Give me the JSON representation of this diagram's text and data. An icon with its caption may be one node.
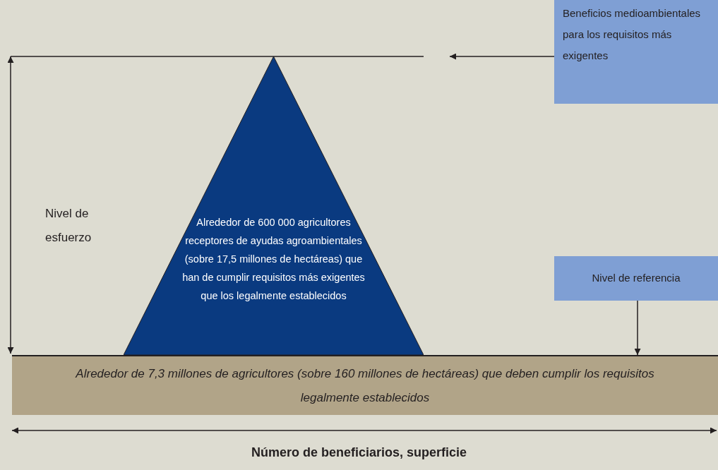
{
  "diagram": {
    "nodes": [
      {
        "text": [
          "Alrededor de 600 000 agricultores receptores de ayudas agroambientales (sobre 17,5 millones de hectáreas) que han de cumplir requisitos más exigentes que los legalmente establecidos"
        ]
      },
      {
        "text": [
          "Beneficios medioambientales para los requisitos más exigentes"
        ]
      },
      {
        "text": [
          "Nivel de referencia"
        ]
      },
      {
        "text": [
          "Alrededor de 7,3 millones de agricultores (sobre 160 millones de hectáreas) que deben cumplir los requisitos legalmente establecidos"
        ]
      }
    ],
    "edges": [
      {
        "from": 1,
        "to": null,
        "arrow": "to"
      },
      {
        "from": 2,
        "to": 3,
        "arrow": "to"
      }
    ],
    "labels": [
      "Nivel de esfuerzo",
      "Número de beneficiarios, superficie"
    ]
  }
}
